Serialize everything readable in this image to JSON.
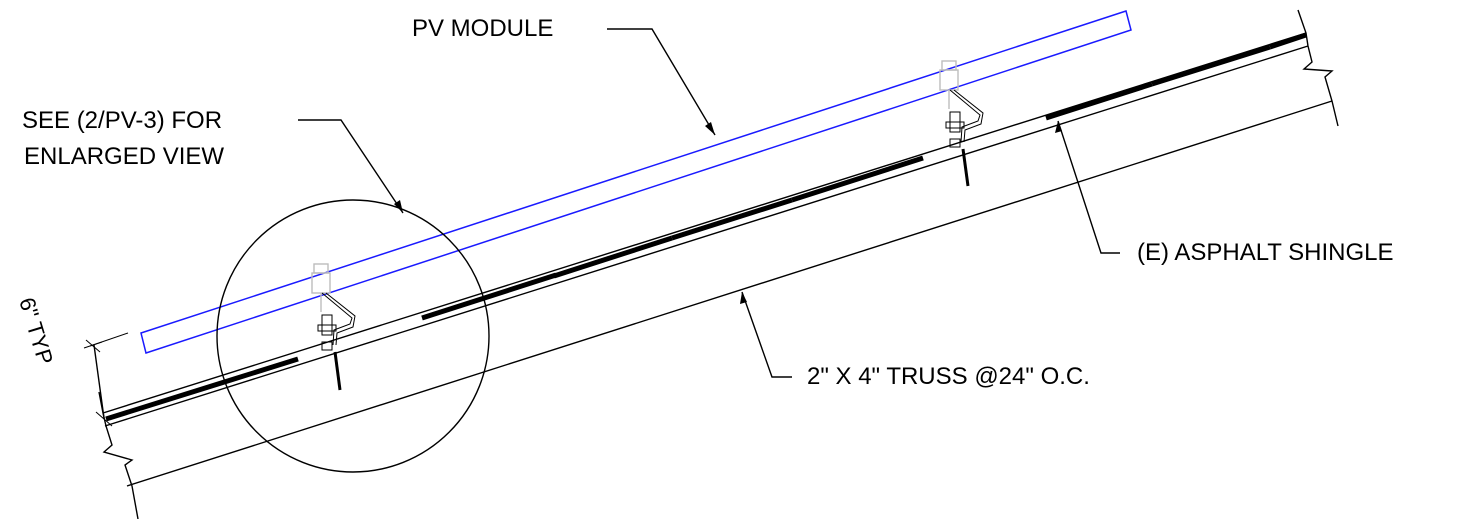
{
  "labels": {
    "pv_module": "PV MODULE",
    "see_ref_line1": "SEE (2/PV-3) FOR",
    "see_ref_line2": "ENLARGED VIEW",
    "asphalt_shingle": "(E) ASPHALT SHINGLE",
    "truss": "2\" X 4\" TRUSS @24\" O.C.",
    "typ_dimension": "6\" TYP"
  },
  "colors": {
    "module_outline": "#1a1aff",
    "linework": "#000000",
    "hardware_ghost": "#bdbdbd"
  }
}
